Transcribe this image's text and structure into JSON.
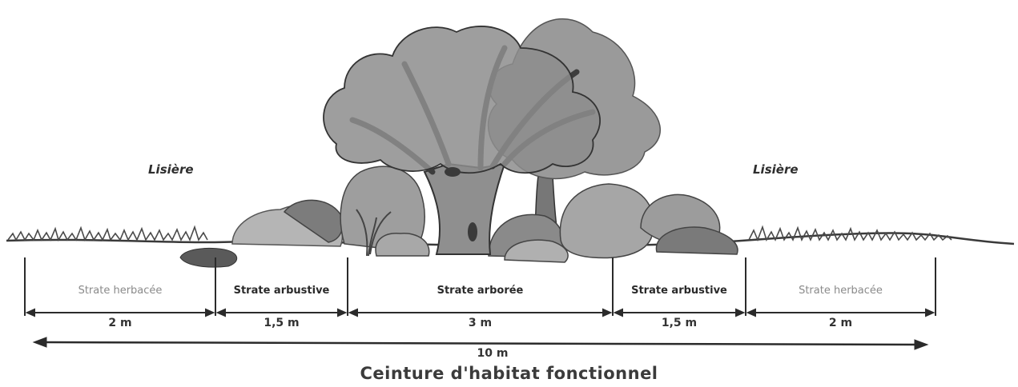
{
  "labels": {
    "lisiere_left": "Lisière",
    "lisiere_right": "Lisière"
  },
  "zones": [
    {
      "name": "Strate herbacée",
      "width": "2 m"
    },
    {
      "name": "Strate arbustive",
      "width": "1,5 m"
    },
    {
      "name": "Strate arborée",
      "width": "3 m"
    },
    {
      "name": "Strate arbustive",
      "width": "1,5 m"
    },
    {
      "name": "Strate herbacée",
      "width": "2 m"
    }
  ],
  "total": "10 m",
  "title": "Ceinture d'habitat fonctionnel",
  "colors": {
    "canopy": "#3a3a3a",
    "leaf": "#8d8d8d",
    "shrub": "#a9a9a9",
    "grass": "#4a4a4a",
    "line": "#2b2b2b"
  }
}
